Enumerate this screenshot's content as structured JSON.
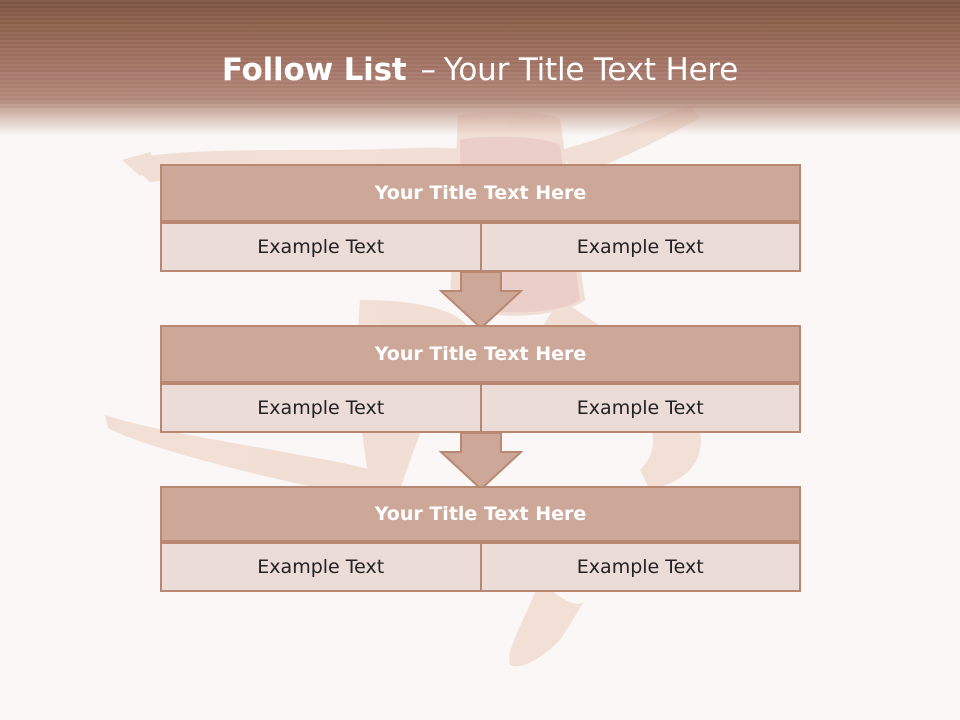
{
  "slide": {
    "title_bold": "Follow List",
    "title_dash": "–",
    "title_rest": "Your Title Text Here"
  },
  "blocks": [
    {
      "title": "Your Title Text Here",
      "cells": [
        "Example Text",
        "Example Text"
      ]
    },
    {
      "title": "Your Title Text Here",
      "cells": [
        "Example Text",
        "Example Text"
      ]
    },
    {
      "title": "Your Title Text Here",
      "cells": [
        "Example Text",
        "Example Text"
      ]
    }
  ],
  "icons": [
    "down-arrow-icon",
    "down-arrow-icon"
  ],
  "colors": {
    "header": "#93664f",
    "title_fill": "#cda898",
    "cell_fill": "#ecdcd7",
    "border": "#b98872",
    "background": "#faf7f6"
  }
}
